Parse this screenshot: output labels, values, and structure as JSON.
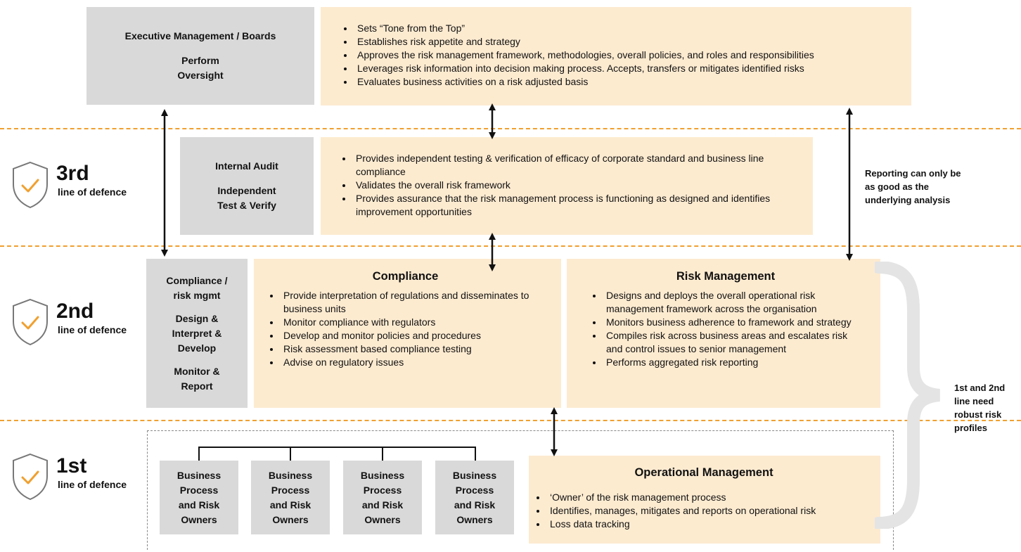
{
  "exec": {
    "title": "Executive Management / Boards",
    "sub1": "Perform",
    "sub2": "Oversight",
    "bullets": [
      "Sets “Tone from the Top”",
      "Establishes risk appetite and strategy",
      "Approves the risk management framework, methodologies, overall policies, and roles and responsibilities",
      "Leverages risk information into decision making process. Accepts, transfers or mitigates identified risks",
      "Evaluates business activities on a risk adjusted basis"
    ]
  },
  "third": {
    "num": "3rd",
    "label": "line of defence",
    "box_title": "Internal Audit",
    "box_sub1": "Independent",
    "box_sub2": "Test & Verify",
    "bullets": [
      "Provides independent testing & verification of efficacy of corporate standard and business line compliance",
      "Validates the overall risk framework",
      "Provides assurance that the risk management process is functioning as designed and identifies improvement opportunities"
    ]
  },
  "second": {
    "num": "2nd",
    "label": "line of defence",
    "box_l1": "Compliance /",
    "box_l2": "risk mgmt",
    "box_l3": "Design &",
    "box_l4": "Interpret &",
    "box_l5": "Develop",
    "box_l6": "Monitor &",
    "box_l7": "Report",
    "compliance": {
      "title": "Compliance",
      "bullets": [
        "Provide interpretation of regulations and disseminates to business units",
        "Monitor compliance with regulators",
        "Develop and monitor policies and procedures",
        "Risk assessment based compliance testing",
        "Advise on regulatory issues"
      ]
    },
    "risk": {
      "title": "Risk Management",
      "bullets": [
        "Designs and deploys the overall operational risk management framework across the organisation",
        "Monitors business adherence to framework and strategy",
        "Compiles risk across business areas and escalates risk and control issues to senior management",
        "Performs aggregated risk reporting"
      ]
    }
  },
  "first": {
    "num": "1st",
    "label": "line of defence",
    "owners": [
      {
        "l1": "Business",
        "l2": "Process",
        "l3": "and Risk",
        "l4": "Owners"
      },
      {
        "l1": "Business",
        "l2": "Process",
        "l3": "and Risk",
        "l4": "Owners"
      },
      {
        "l1": "Business",
        "l2": "Process",
        "l3": "and Risk",
        "l4": "Owners"
      },
      {
        "l1": "Business",
        "l2": "Process",
        "l3": "and Risk",
        "l4": "Owners"
      }
    ],
    "opm": {
      "title": "Operational Management",
      "bullets": [
        "‘Owner’ of the risk management process",
        "Identifies, manages, mitigates and reports on operational risk",
        "Loss data tracking"
      ]
    }
  },
  "notes": {
    "reporting_l1": "Reporting can only be",
    "reporting_l2": "as good as the",
    "reporting_l3": "underlying analysis",
    "profiles_l1": "1st and 2nd",
    "profiles_l2": "line need",
    "profiles_l3": "robust risk",
    "profiles_l4": "profiles"
  },
  "colors": {
    "peach": "#fdebd0",
    "gray": "#d9d9d9",
    "dash": "#f0a030",
    "shield_check": "#f0a030",
    "shield_outline": "#777777"
  }
}
